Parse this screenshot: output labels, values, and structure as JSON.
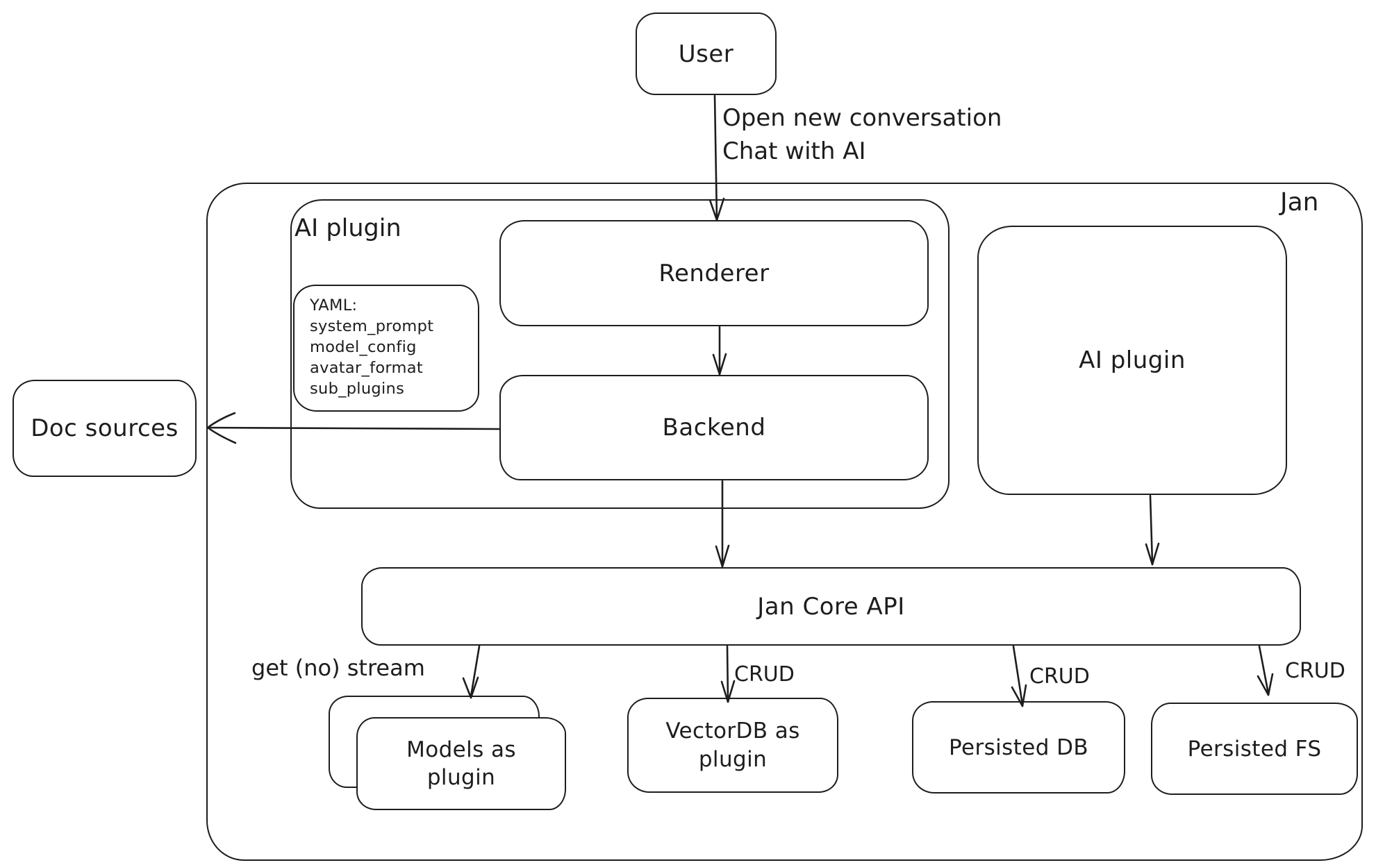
{
  "nodes": {
    "user": "User",
    "jan": "Jan",
    "ai_plugin_container": "AI plugin",
    "renderer": "Renderer",
    "backend": "Backend",
    "doc_sources": "Doc sources",
    "ai_plugin": "AI plugin",
    "jan_core_api": "Jan Core API",
    "models_as_plugin": "Models as plugin",
    "vectordb_as_plugin": "VectorDB as plugin",
    "persisted_db": "Persisted DB",
    "persisted_fs": "Persisted FS"
  },
  "note": {
    "title": "YAML:",
    "lines": [
      "system_prompt",
      "model_config",
      "avatar_format",
      "sub_plugins"
    ]
  },
  "edges": {
    "user_open": {
      "line1": "Open new conversation",
      "line2": "Chat with AI"
    },
    "get_no_stream": "get (no) stream",
    "crud_vectordb": "CRUD",
    "crud_db": "CRUD",
    "crud_fs": "CRUD"
  },
  "colors": {
    "stroke": "#1d1d1d",
    "background": "#ffffff"
  }
}
